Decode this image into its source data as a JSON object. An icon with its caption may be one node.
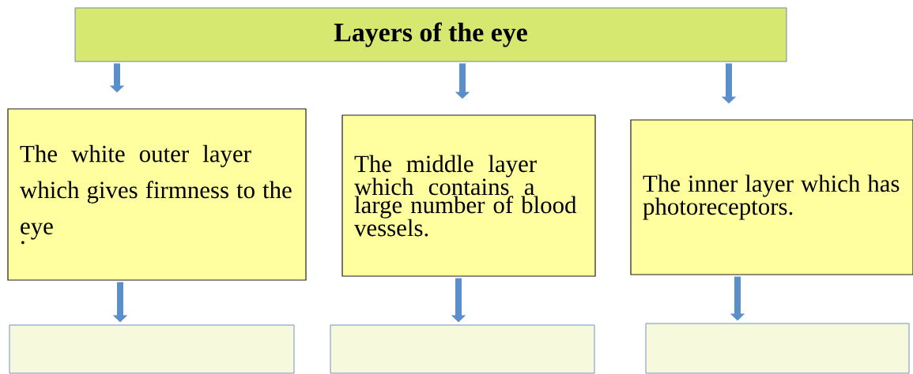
{
  "diagram": {
    "nodes": [
      {
        "text": [
          "Layers of the eye"
        ]
      },
      {
        "text": [
          "The white outer layer which gives firmness to the eye",
          "."
        ]
      },
      {
        "text": [
          "The middle layer which contains a large number of blood vessels."
        ]
      },
      {
        "text": [
          "The inner layer which has photoreceptors."
        ]
      },
      {
        "text": [],
        "shape": "box"
      },
      {
        "text": [],
        "shape": "box"
      },
      {
        "text": [],
        "shape": "box"
      }
    ],
    "edges": [
      {
        "from": 0,
        "to": 1,
        "arrow": "to"
      },
      {
        "from": 0,
        "to": 2,
        "arrow": "to"
      },
      {
        "from": 0,
        "to": 3,
        "arrow": "to"
      },
      {
        "from": 1,
        "to": 4,
        "arrow": "to"
      },
      {
        "from": 2,
        "to": 5,
        "arrow": "to"
      },
      {
        "from": 3,
        "to": 6,
        "arrow": "to"
      }
    ]
  }
}
